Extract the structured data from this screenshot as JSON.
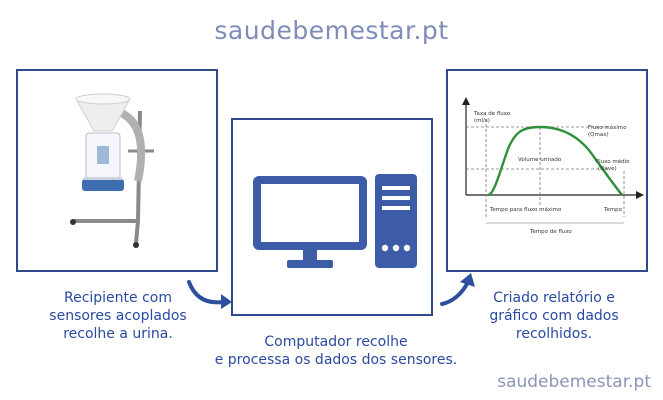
{
  "header": {
    "site_title": "saudebemestar.pt"
  },
  "steps": [
    {
      "caption_lines": [
        "Recipiente com",
        "sensores acoplados",
        "recolhe a urina."
      ]
    },
    {
      "caption_lines": [
        "Computador recolhe",
        "e processa os dados dos sensores."
      ]
    },
    {
      "caption_lines": [
        "Criado relatório e",
        "gráfico com dados",
        "recolhidos."
      ]
    }
  ],
  "graph": {
    "y_axis_label_lines": [
      "Taxa de fluxo",
      "(ml/s)"
    ],
    "peak_label_lines": [
      "Fluxo máximo",
      "(Qmax)"
    ],
    "volume_label": "Volume urinado",
    "average_label_lines": [
      "Fluxo médio",
      "(Qave)"
    ],
    "time_to_peak_label": "Tempo para fluxo máximo",
    "time_label": "Tempo",
    "flow_time_label": "Tempo de fluxo"
  },
  "footer": {
    "watermark": "saudebemestar.pt"
  },
  "colors": {
    "frame": "#2e4a8b",
    "monitor": "#3c5ca8",
    "curve": "#2f8f3a",
    "arrow": "#2d4f9e"
  }
}
